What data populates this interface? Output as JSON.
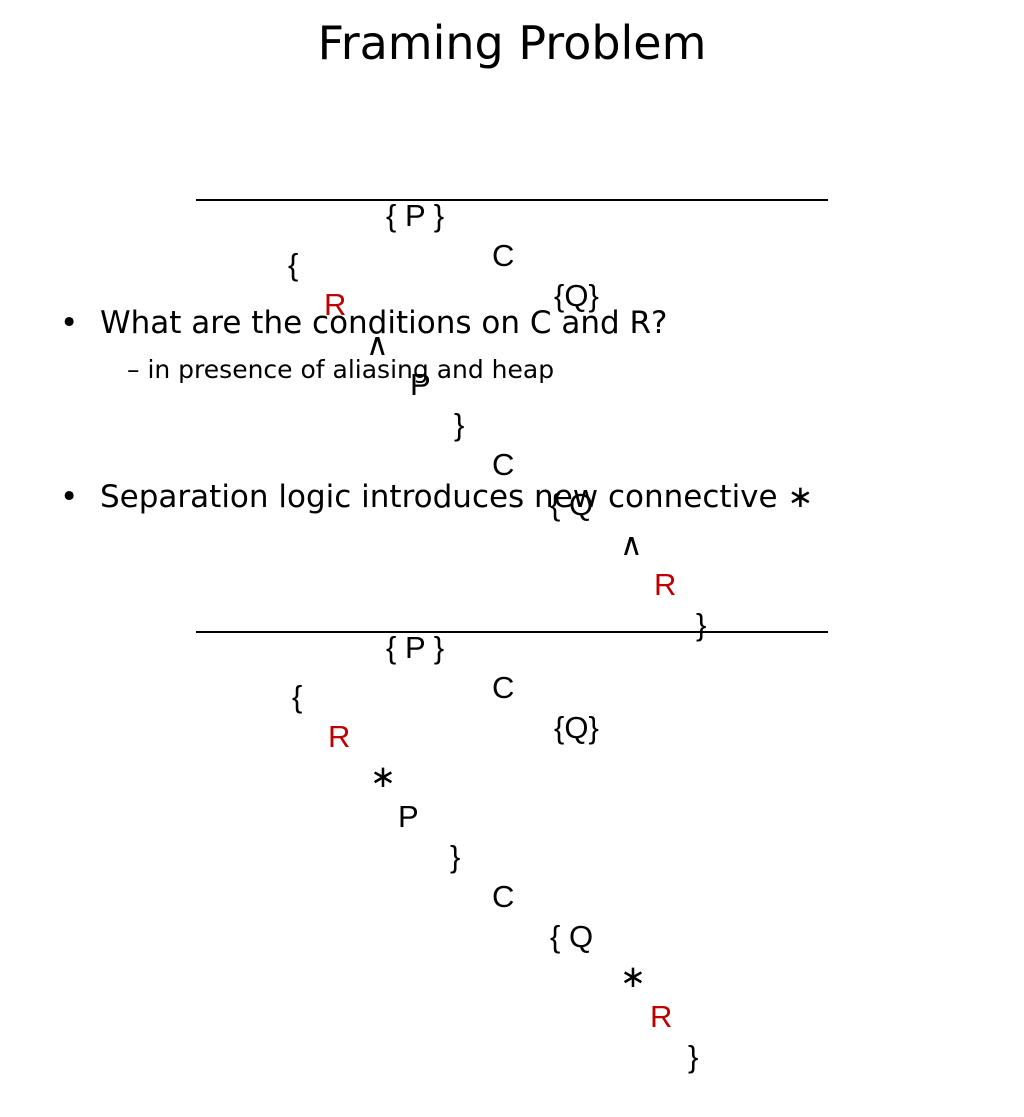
{
  "slide": {
    "title": "Framing Problem",
    "rule1": {
      "premise": [
        "{ P }",
        "C",
        "{Q}"
      ],
      "conclusion": {
        "open": "{",
        "frame": "R",
        "conj": "∧",
        "pre": "P",
        "close_pre": "}",
        "cmd": "C",
        "open_post": "{ Q",
        "conj2": "∧",
        "frame2": "R",
        "close_post": "}"
      }
    },
    "bullets": [
      {
        "text": "What are the conditions on C and R?",
        "sub": "– in presence of aliasing and heap"
      },
      {
        "text": "Separation logic introduces new connective ∗"
      }
    ],
    "rule2": {
      "premise": [
        "{ P }",
        "C",
        "{Q}"
      ],
      "conclusion": {
        "open": "{",
        "frame": "R",
        "conj": "∗",
        "pre": "P",
        "close_pre": "}",
        "cmd": "C",
        "open_post": "{ Q",
        "conj2": "∗",
        "frame2": "R",
        "close_post": "}"
      }
    },
    "colors": {
      "frame": "#c00000",
      "text": "#000000"
    }
  }
}
